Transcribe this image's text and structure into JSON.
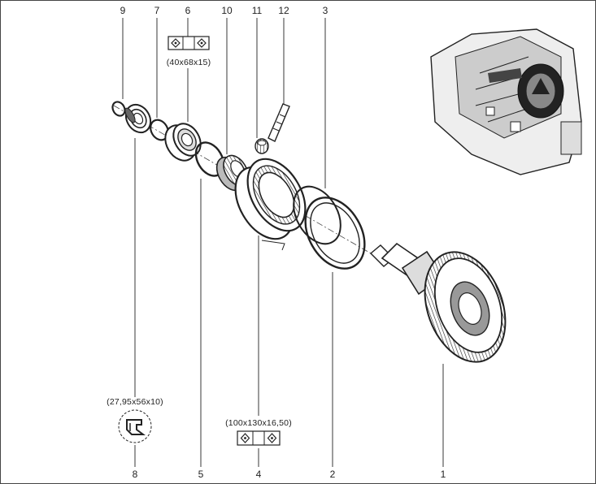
{
  "callouts_top": [
    "9",
    "7",
    "6",
    "10",
    "11",
    "12",
    "3"
  ],
  "callouts_bottom": [
    "8",
    "5",
    "4",
    "2",
    "1"
  ],
  "dimensions": {
    "bearing_6": "(40x68x15)",
    "seal_8": "(27,95x56x10)",
    "bearing_4": "(100x130x16,50)"
  },
  "colors": {
    "line": "#222222",
    "fill": "#ffffff",
    "shade": "#555555"
  },
  "icons": [
    "bearing-symbol-icon",
    "oil-seal-icon",
    "gearbox-housing-icon"
  ]
}
